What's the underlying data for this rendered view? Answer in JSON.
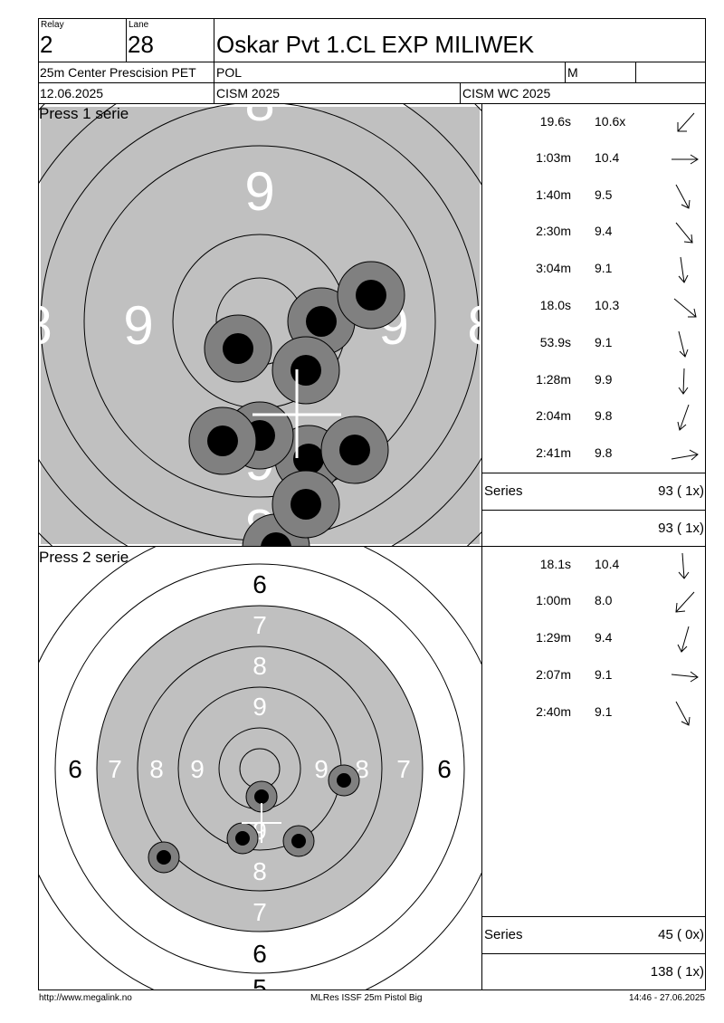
{
  "header": {
    "relay_label": "Relay",
    "relay": "2",
    "lane_label": "Lane",
    "lane": "28",
    "name": "Oskar Pvt 1.CL EXP MILIWEK",
    "event": "25m Center Prescision PET",
    "nation": "POL",
    "gender": "M",
    "date": "12.06.2025",
    "competition": "CISM 2025",
    "championship": "CISM WC 2025"
  },
  "serie1": {
    "title": "Press 1 serie",
    "ring_labels": [
      "8",
      "9",
      "9",
      "9",
      "8"
    ],
    "shots": [
      {
        "time": "19.6s",
        "score": "10.6x",
        "arrow": "down-left"
      },
      {
        "time": "1:03m",
        "score": "10.4",
        "arrow": "right"
      },
      {
        "time": "1:40m",
        "score": "9.5",
        "arrow": "down-right"
      },
      {
        "time": "2:30m",
        "score": "9.4",
        "arrow": "down-right"
      },
      {
        "time": "3:04m",
        "score": "9.1",
        "arrow": "down"
      },
      {
        "time": "18.0s",
        "score": "10.3",
        "arrow": "down-right"
      },
      {
        "time": "53.9s",
        "score": "9.1",
        "arrow": "down"
      },
      {
        "time": "1:28m",
        "score": "9.9",
        "arrow": "down"
      },
      {
        "time": "2:04m",
        "score": "9.8",
        "arrow": "down-left"
      },
      {
        "time": "2:41m",
        "score": "9.8",
        "arrow": "right"
      }
    ],
    "series_label": "Series",
    "series_total": "93 ( 1x)",
    "running_total": "93 ( 1x)"
  },
  "serie2": {
    "title": "Press 2 serie",
    "ring_labels": [
      "6",
      "7",
      "8",
      "9",
      "9",
      "8",
      "7",
      "6",
      "6",
      "7",
      "8",
      "9",
      "8",
      "7",
      "6",
      "5"
    ],
    "shots": [
      {
        "time": "18.1s",
        "score": "10.4",
        "arrow": "down"
      },
      {
        "time": "1:00m",
        "score": "8.0",
        "arrow": "down-left"
      },
      {
        "time": "1:29m",
        "score": "9.4",
        "arrow": "down"
      },
      {
        "time": "2:07m",
        "score": "9.1",
        "arrow": "right"
      },
      {
        "time": "2:40m",
        "score": "9.1",
        "arrow": "down-right"
      }
    ],
    "series_label": "Series",
    "series_total": "45 ( 0x)",
    "running_total": "138 ( 1x)"
  },
  "footer": {
    "url": "http://www.megalink.no",
    "software": "MLRes ISSF 25m Pistol Big",
    "timestamp": "14:46 - 27.06.2025"
  },
  "colors": {
    "target_gray": "#c0c0c0",
    "hole_ring": "#808080",
    "hole_center": "#000000"
  }
}
